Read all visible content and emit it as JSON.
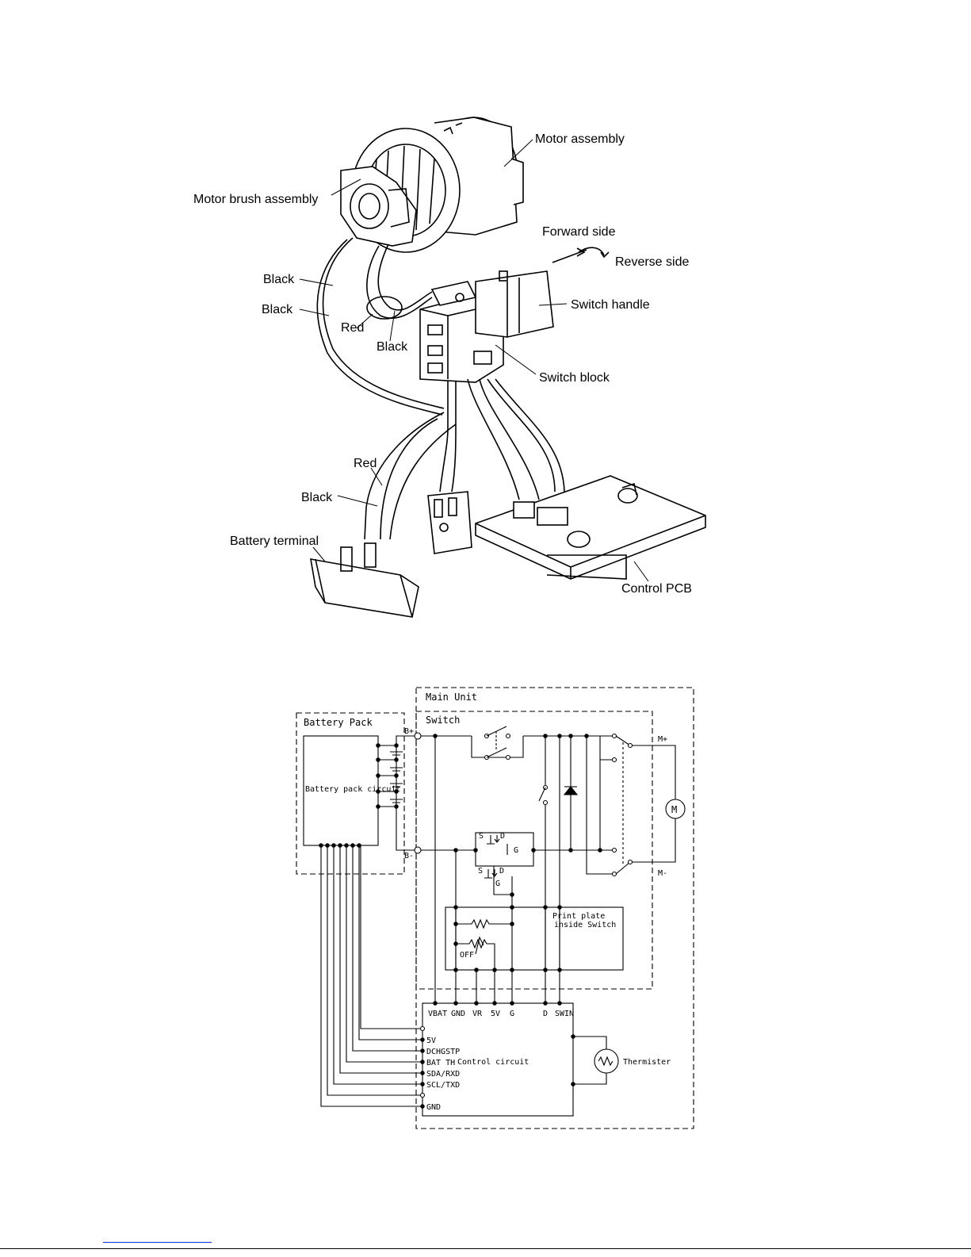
{
  "assembly_diagram": {
    "labels": {
      "motor_assembly": "Motor assembly",
      "motor_brush_assembly": "Motor brush assembly",
      "forward_side": "Forward side",
      "reverse_side": "Reverse side",
      "switch_handle": "Switch handle",
      "switch_block": "Switch block",
      "black_1": "Black",
      "black_2": "Black",
      "red_1": "Red",
      "black_3": "Black",
      "red_2": "Red",
      "black_4": "Black",
      "battery_terminal": "Battery terminal",
      "control_pcb": "Control PCB"
    }
  },
  "schematic": {
    "main_unit": "Main Unit",
    "switch": "Switch",
    "battery_pack": "Battery Pack",
    "battery_pack_circuit": "Battery pack circuit",
    "b_plus": "B+",
    "b_minus": "B-",
    "m_plus": "M+",
    "m_minus": "M-",
    "motor_symbol": "M",
    "print_plate_line1": "Print plate",
    "print_plate_line2": "inside Switch",
    "off": "OFF",
    "control_circuit": "Control circuit",
    "thermister": "Thermister",
    "fet_s1": "S",
    "fet_d1": "D",
    "fet_g1": "G",
    "fet_s2": "S",
    "fet_d2": "D",
    "fet_g2": "G",
    "top_pins": [
      "VBAT",
      "GND",
      "VR",
      "5V",
      "G",
      "D",
      "SWIN"
    ],
    "left_pins": [
      "",
      "5V",
      "DCHGSTP",
      "BAT TH",
      "SDA/RXD",
      "SCL/TXD",
      "",
      "GND"
    ]
  }
}
